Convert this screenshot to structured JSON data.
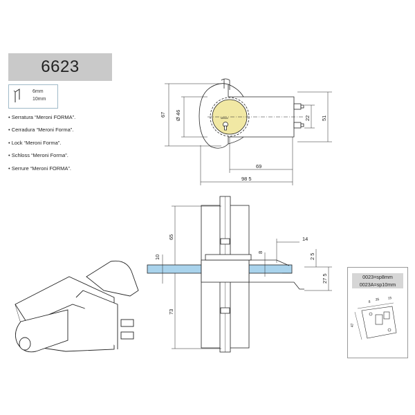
{
  "product_code": "6623",
  "thickness": [
    "6mm",
    "10mm"
  ],
  "descriptions": [
    "Serratura “Meroni FORMA”.",
    "Cerradura “Meroni Forma”.",
    "Lock “Meroni Forma”.",
    "Schloss “Meroni Forma”.",
    "Serrure “Meroni FORMA”."
  ],
  "top_view_dims": {
    "height": "67",
    "diameter": "Ø 46",
    "d22": "22",
    "d51": "51",
    "d69": "69",
    "d98": "98 5"
  },
  "side_view_dims": {
    "d65": "65",
    "d10": "10",
    "d73": "73",
    "d8": "8",
    "d14": "14",
    "d25": "2 5",
    "d275": "27 5"
  },
  "plate_labels": [
    "0023=sp8mm",
    "0023A=sp10mm"
  ],
  "plate_dims": {
    "d35": "35",
    "d15": "15",
    "d8": "8",
    "d47": "47"
  },
  "brand_mark": "Meroni",
  "colors": {
    "brass": "#f1e8a4",
    "glass": "#a9d3ec",
    "label_bg": "#c9c9c9"
  }
}
